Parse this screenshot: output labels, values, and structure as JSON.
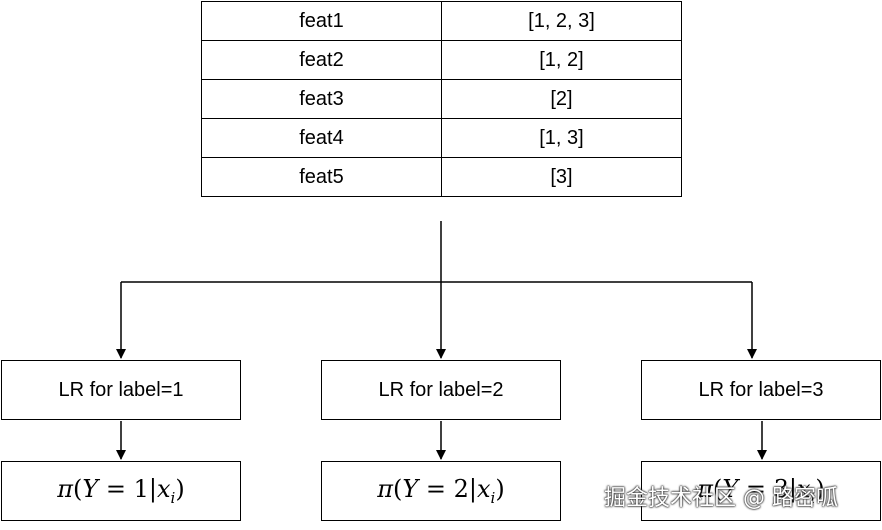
{
  "feature_table": [
    {
      "feature": "feat1",
      "labels": "[1, 2, 3]"
    },
    {
      "feature": "feat2",
      "labels": "[1, 2]"
    },
    {
      "feature": "feat3",
      "labels": "[2]"
    },
    {
      "feature": "feat4",
      "labels": "[1, 3]"
    },
    {
      "feature": "feat5",
      "labels": "[3]"
    }
  ],
  "classifiers": [
    {
      "label": "LR for label=1",
      "value": "1"
    },
    {
      "label": "LR for label=2",
      "value": "2"
    },
    {
      "label": "LR for label=3",
      "value": "3"
    }
  ],
  "probability": {
    "pi": "π",
    "open": "(",
    "var": "Y",
    "eq": " = ",
    "bar": "|",
    "x": "x",
    "sub": "i",
    "close": ")"
  },
  "watermark": "掘金技术社区 @ 路密呱",
  "colors": {
    "stroke": "#000000",
    "background": "#ffffff"
  }
}
